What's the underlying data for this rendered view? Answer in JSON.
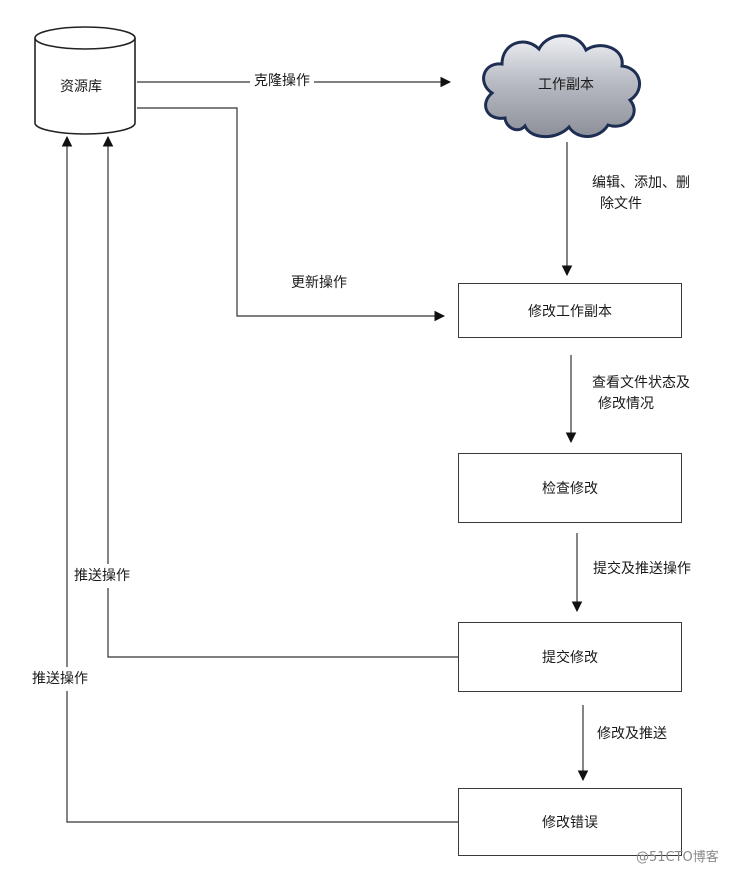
{
  "repository": {
    "label": "资源库"
  },
  "working_copy": {
    "label": "工作副本"
  },
  "boxes": {
    "modify_working_copy": "修改工作副本",
    "check_changes": "检查修改",
    "commit_changes": "提交修改",
    "fix_errors": "修改错误"
  },
  "edges": {
    "clone": "克隆操作",
    "edit_add_delete_line1": "编辑、添加、删",
    "edit_add_delete_line2": "除文件",
    "update": "更新操作",
    "view_status_line1": "查看文件状态及",
    "view_status_line2": "修改情况",
    "commit_and_push": "提交及推送操作",
    "push_inner": "推送操作",
    "push_outer": "推送操作",
    "modify_and_push": "修改及推送"
  },
  "watermark": "@51CTO博客"
}
